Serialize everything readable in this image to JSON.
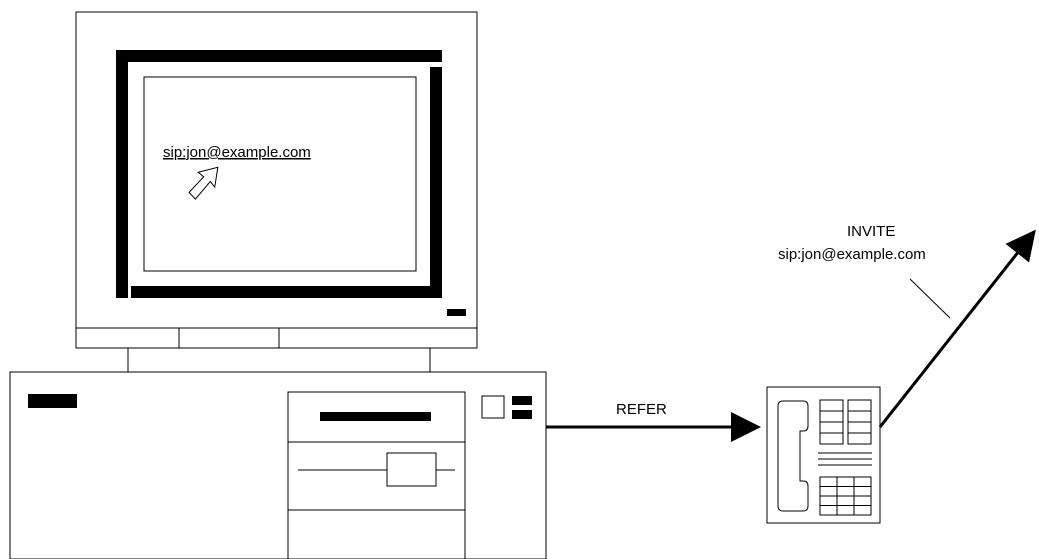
{
  "screen": {
    "link_text": "sip:jon@example.com"
  },
  "refer_arrow": {
    "label": "REFER"
  },
  "invite_arrow": {
    "method": "INVITE",
    "uri": "sip:jon@example.com"
  },
  "icons": [
    "computer-monitor-icon",
    "pointer-cursor-icon",
    "desktop-tower-icon",
    "telephone-icon"
  ],
  "colors": {
    "stroke": "#000000",
    "background": "#ffffff"
  }
}
